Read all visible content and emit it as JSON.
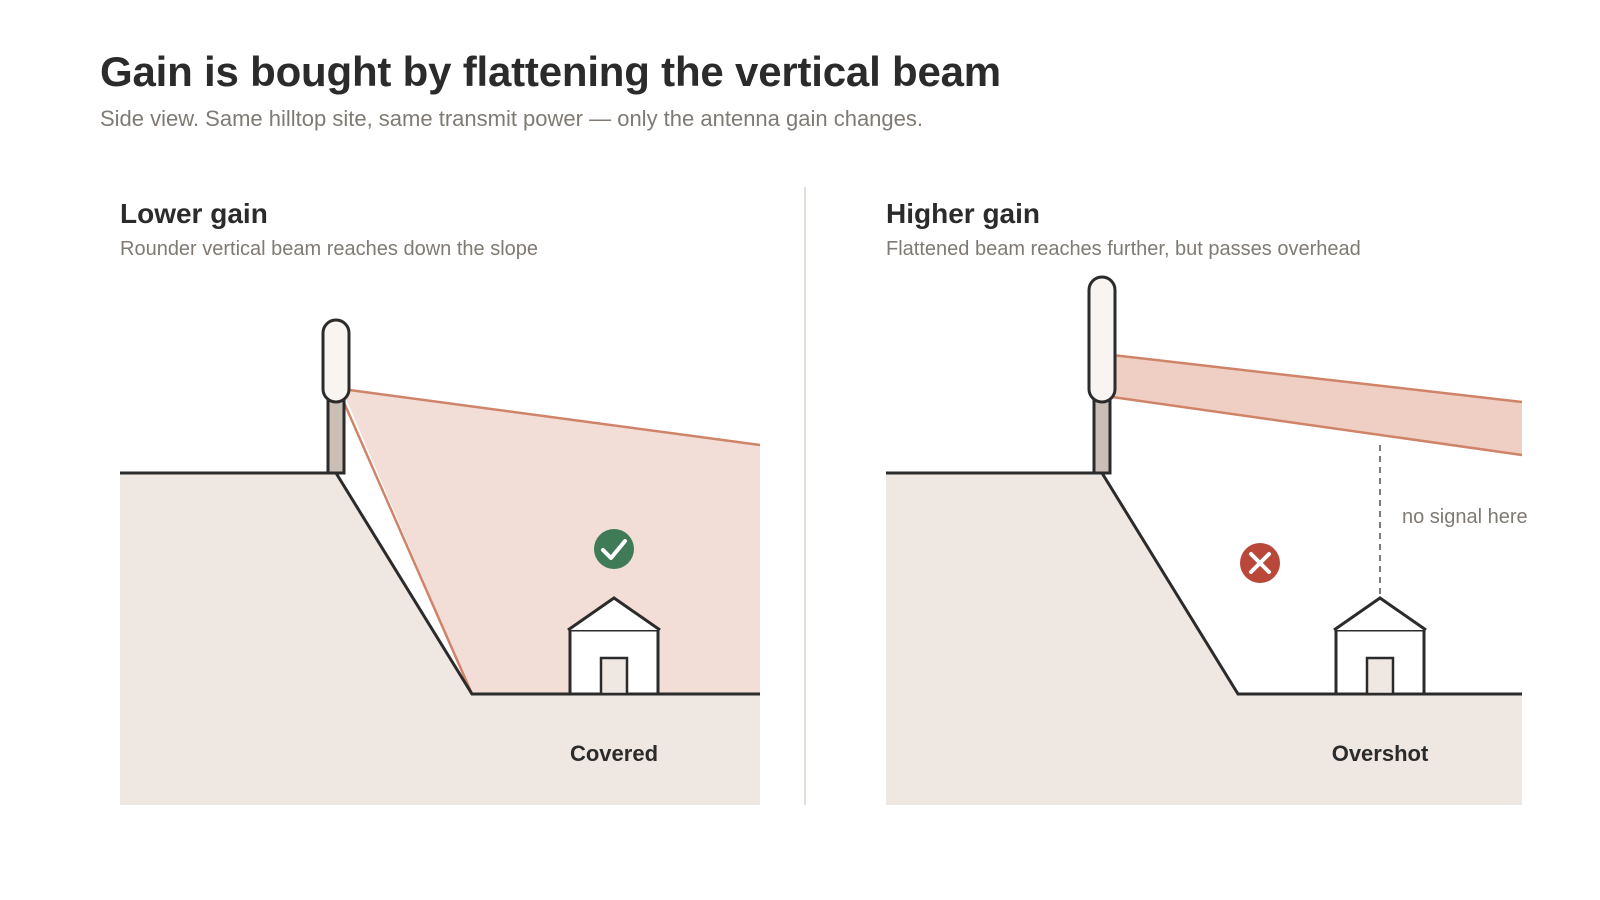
{
  "header": {
    "title": "Gain is bought by flattening the vertical beam",
    "subtitle": "Side view. Same hilltop site, same transmit power — only the antenna gain changes."
  },
  "panels": [
    {
      "title": "Lower gain",
      "subtitle": "Rounder vertical beam reaches down the slope",
      "outcome": "Covered",
      "status_icon": "check-circle-icon"
    },
    {
      "title": "Higher gain",
      "subtitle": "Flattened beam reaches further, but passes overhead",
      "outcome": "Overshot",
      "status_icon": "x-circle-icon",
      "note": "no signal here"
    }
  ],
  "colors": {
    "ground": "#efe7e2",
    "ground_edge": "#2b2b2b",
    "beam_fill": "#f2ded6",
    "beam_fill_narrow": "#efcfc4",
    "beam_edge": "#cf8368",
    "mast": "#c9bfb6",
    "antenna": "#f7f4f1",
    "check_green": "#3f7b56",
    "cross_red": "#b9473a",
    "divider": "#e4ddd7"
  }
}
